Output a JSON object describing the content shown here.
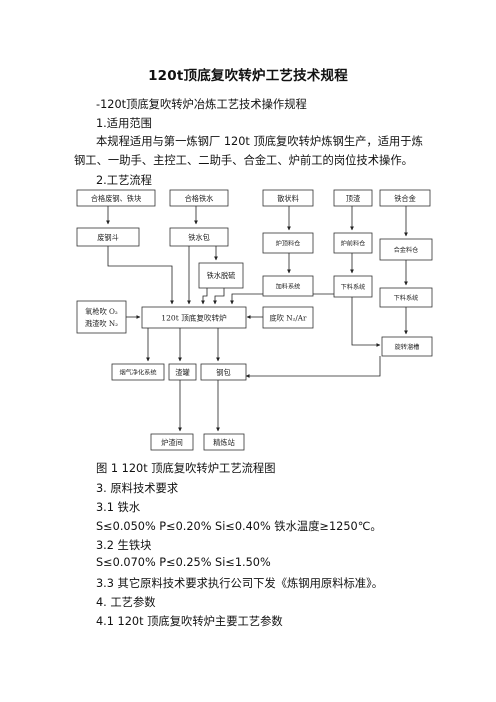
{
  "document": {
    "title": "120t顶底复吹转炉工艺技术规程",
    "subtitle": "-120t顶底复吹转炉冶炼工艺技术操作规程",
    "s1_heading": "1.适用范围",
    "s1_body": "本规程适用与第一炼钢厂 120t 顶底复吹转炉炼钢生产，适用于炼钢工、一助手、主控工、二助手、合金工、炉前工的岗位技术操作。",
    "s2_heading": "2.工艺流程",
    "figure_caption": "图 1 120t 顶底复吹转炉工艺流程图",
    "s3_heading": "3. 原料技术要求",
    "s31_heading": "3.1 铁水",
    "s31_spec": "S≤0.050%  P≤0.20%  Si≤0.40%  铁水温度≥1250℃。",
    "s32_heading": "3.2 生铁块",
    "s32_spec": "S≤0.070%  P≤0.25%  Si≤1.50%",
    "s33_text": "3.3 其它原料技术要求执行公司下发《炼钢用原料标准》。",
    "s4_heading": "4. 工艺参数",
    "s41_heading": "4.1 120t 顶底复吹转炉主要工艺参数"
  },
  "flowchart": {
    "scrap_iron": "合格废钢、铁块",
    "hot_metal": "合格铁水",
    "bulk_material": "散状料",
    "top_slag": "顶渣",
    "ferroalloy": "铁合金",
    "scrap_bucket": "废钢斗",
    "ladle_iron": "铁水包",
    "bin_furnace_top": "炉顶料仓",
    "bin_furnace_front": "炉前料仓",
    "alloy_bin": "合金料仓",
    "desulfurization": "铁水脱硫",
    "feeding_system": "加料系统",
    "discharge_system_a": "下料系统",
    "discharge_system_b": "下料系统",
    "oxygen_line1": "氧枪吹 O₂",
    "oxygen_line2": "溅渣吹 N₂",
    "converter": "120t 顶底复吹转炉",
    "bottom_blowing": "底吹 N₂/Ar",
    "rotary_chute": "旋转溜槽",
    "gas_cleaning": "烟气净化系统",
    "slag_pot": "渣罐",
    "steel_ladle": "钢包",
    "slag_room": "炉渣间",
    "refining_station": "精炼站"
  }
}
